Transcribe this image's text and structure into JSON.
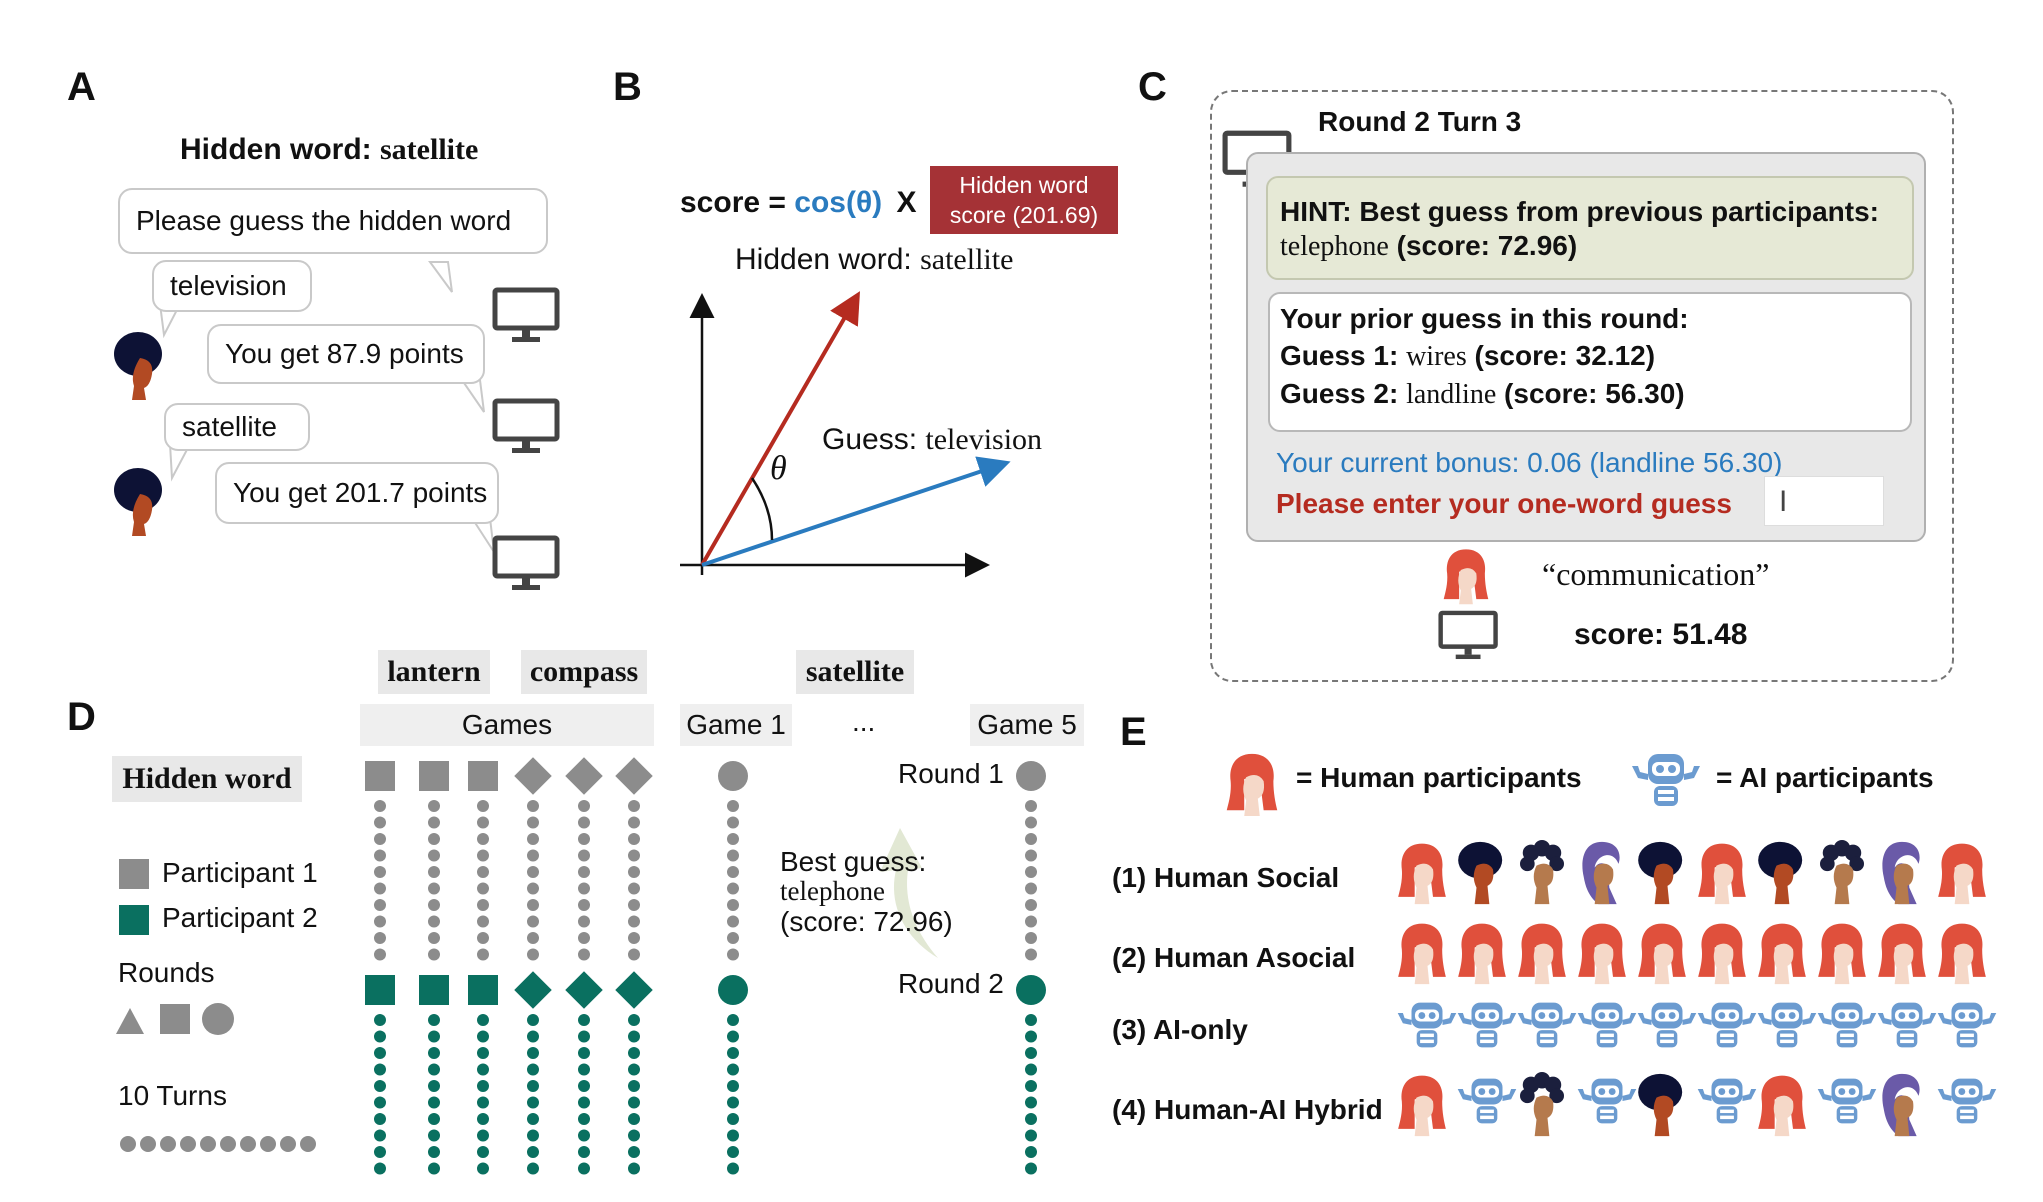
{
  "panels": {
    "a": "A",
    "b": "B",
    "c": "C",
    "d": "D",
    "e": "E"
  },
  "colors": {
    "teal": "#0a7060",
    "grey": "#8c8c8c",
    "red": "#b52b20",
    "blue": "#2a7bbf",
    "human_red": "#e0503c",
    "robot_blue": "#6b9bd0",
    "hint_bg": "#e6e9d6",
    "dark_red": "#a53236"
  },
  "panel_a": {
    "hidden_label": "Hidden word:",
    "hidden_word": "satellite",
    "prompt": "Please guess the hidden word",
    "guess1": "television",
    "reply1": "You get 87.9 points",
    "guess2": "satellite",
    "reply2": "You get 201.7 points"
  },
  "panel_b": {
    "score_label": "score =",
    "cos_label": "cos(θ)",
    "times": "X",
    "box_line1": "Hidden word",
    "box_line2": "score (201.69)",
    "hidden_label": "Hidden word:",
    "hidden_word": "satellite",
    "guess_label": "Guess:",
    "guess_word": "television",
    "theta": "θ"
  },
  "panel_c": {
    "title": "Round 2 Turn 3",
    "hint_label": "HINT: Best guess from previous participants:",
    "hint_word": "telephone",
    "hint_score": "(score: 72.96)",
    "prior_title": "Your prior guess in this round:",
    "g1_label": "Guess 1:",
    "g1_word": "wires",
    "g1_score": "(score: 32.12)",
    "g2_label": "Guess 2:",
    "g2_word": "landline",
    "g2_score": "(score: 56.30)",
    "bonus": "Your current bonus: 0.06 (landline 56.30)",
    "enter": "Please enter your one-word guess",
    "cursor": "I",
    "guess_quote": "“communication”",
    "score": "score: 51.48"
  },
  "panel_d": {
    "word_tags": [
      "lantern",
      "compass",
      "satellite"
    ],
    "games": "Games",
    "game1": "Game 1",
    "dots": "...",
    "game5": "Game 5",
    "hidden_word": "Hidden word",
    "participant1": "Participant 1",
    "participant2": "Participant 2",
    "rounds": "Rounds",
    "turns": "10 Turns",
    "round1": "Round 1",
    "round2": "Round 2",
    "best_guess": "Best guess:",
    "best_word": "telephone",
    "best_score": "(score: 72.96)"
  },
  "panel_e": {
    "human_legend": "= Human participants",
    "ai_legend": "= AI participants",
    "rows": [
      {
        "label": "(1) Human Social",
        "pattern": [
          "hr",
          "hd",
          "hc",
          "hv",
          "hd",
          "hr",
          "hd",
          "hc",
          "hv",
          "hr"
        ]
      },
      {
        "label": "(2) Human Asocial",
        "pattern": [
          "hr",
          "hr",
          "hr",
          "hr",
          "hr",
          "hr",
          "hr",
          "hr",
          "hr",
          "hr"
        ]
      },
      {
        "label": "(3) AI-only",
        "pattern": [
          "ai",
          "ai",
          "ai",
          "ai",
          "ai",
          "ai",
          "ai",
          "ai",
          "ai",
          "ai"
        ]
      },
      {
        "label": "(4) Human-AI Hybrid",
        "pattern": [
          "hr",
          "ai",
          "hc",
          "ai",
          "hd",
          "ai",
          "hr",
          "ai",
          "hv",
          "ai"
        ]
      }
    ]
  },
  "icons": [
    "monitor-icon",
    "person-icon",
    "robot-icon",
    "arrow-icon"
  ]
}
